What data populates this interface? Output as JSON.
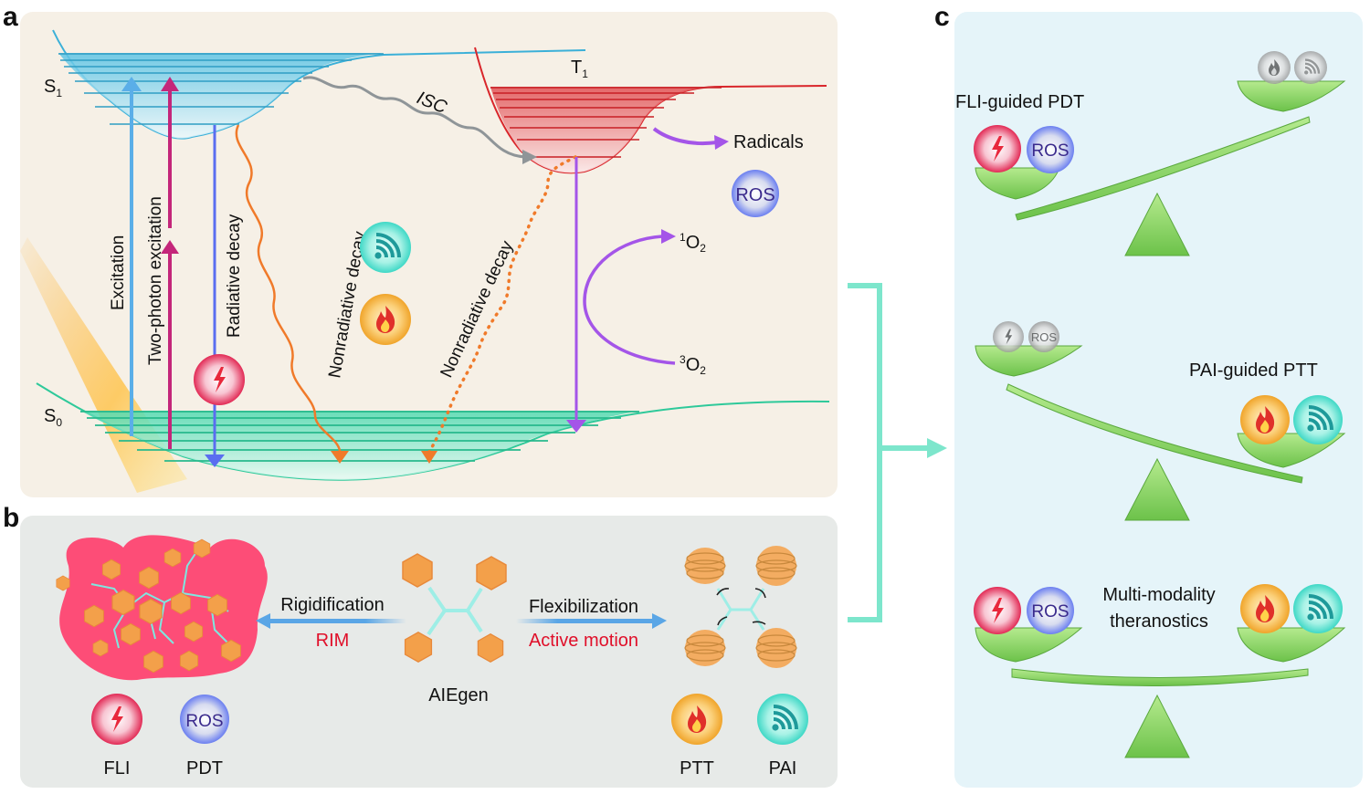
{
  "panels": {
    "a": {
      "letter": "a",
      "states": {
        "s1": "S",
        "s1_sub": "1",
        "s0": "S",
        "s0_sub": "0",
        "t1": "T",
        "t1_sub": "1"
      },
      "transitions": {
        "excitation": "Excitation",
        "two_photon": "Two-photon excitation",
        "radiative": "Radiative decay",
        "nonradiative_s1": "Nonradiative decay",
        "nonradiative_t1": "Nonradiative decay",
        "isc": "ISC",
        "radicals": "Radicals"
      },
      "oxygen": {
        "singlet_sup": "1",
        "singlet": "O",
        "singlet_sub": "2",
        "triplet_sup": "3",
        "triplet": "O",
        "triplet_sub": "2"
      },
      "badges": {
        "ros": "ROS"
      },
      "icons": [
        "signal-icon",
        "flame-icon",
        "lightning-icon",
        "ros-sphere"
      ]
    },
    "b": {
      "letter": "b",
      "left_process": {
        "top": "Rigidification",
        "bottom": "RIM"
      },
      "right_process": {
        "top": "Flexibilization",
        "bottom": "Active motion"
      },
      "center_label": "AIEgen",
      "left_outputs": [
        {
          "icon": "lightning-icon",
          "label": "FLI"
        },
        {
          "icon": "ros-sphere",
          "label": "PDT",
          "badge": "ROS"
        }
      ],
      "right_outputs": [
        {
          "icon": "flame-icon",
          "label": "PTT"
        },
        {
          "icon": "signal-icon",
          "label": "PAI"
        }
      ]
    },
    "c": {
      "letter": "c",
      "scales": [
        {
          "title": "FLI-guided PDT",
          "heavy_side": "left",
          "left_balls": [
            "lightning",
            "ROS"
          ],
          "right_balls": [
            "flame (grey)",
            "signal (grey)"
          ],
          "ros_label": "ROS"
        },
        {
          "title": "PAI-guided PTT",
          "heavy_side": "right",
          "left_balls": [
            "lightning (grey)",
            "ROS (grey)"
          ],
          "right_balls": [
            "flame",
            "signal"
          ],
          "ros_label": "ROS"
        },
        {
          "title_line1": "Multi-modality",
          "title_line2": "theranostics",
          "heavy_side": "balanced",
          "left_balls": [
            "lightning",
            "ROS"
          ],
          "right_balls": [
            "flame",
            "signal"
          ],
          "ros_label": "ROS"
        }
      ]
    }
  },
  "colors": {
    "panel_a_bg": "#f6f0e6",
    "panel_b_bg": "#e7eae8",
    "panel_c_bg": "#e5f4f9",
    "s1": "#3bb0d8",
    "s0": "#2ec99a",
    "t1": "#d9262b",
    "excitation": "#5aaee8",
    "two_photon": "#c4267a",
    "radiative": "#5a6ef0",
    "nonradiative": "#f07a2a",
    "isc": "#8f9598",
    "oxygen": "#a455e8",
    "rim_text": "#e0102a",
    "bracket": "#7de6cc",
    "scale_green": "#86d466"
  }
}
